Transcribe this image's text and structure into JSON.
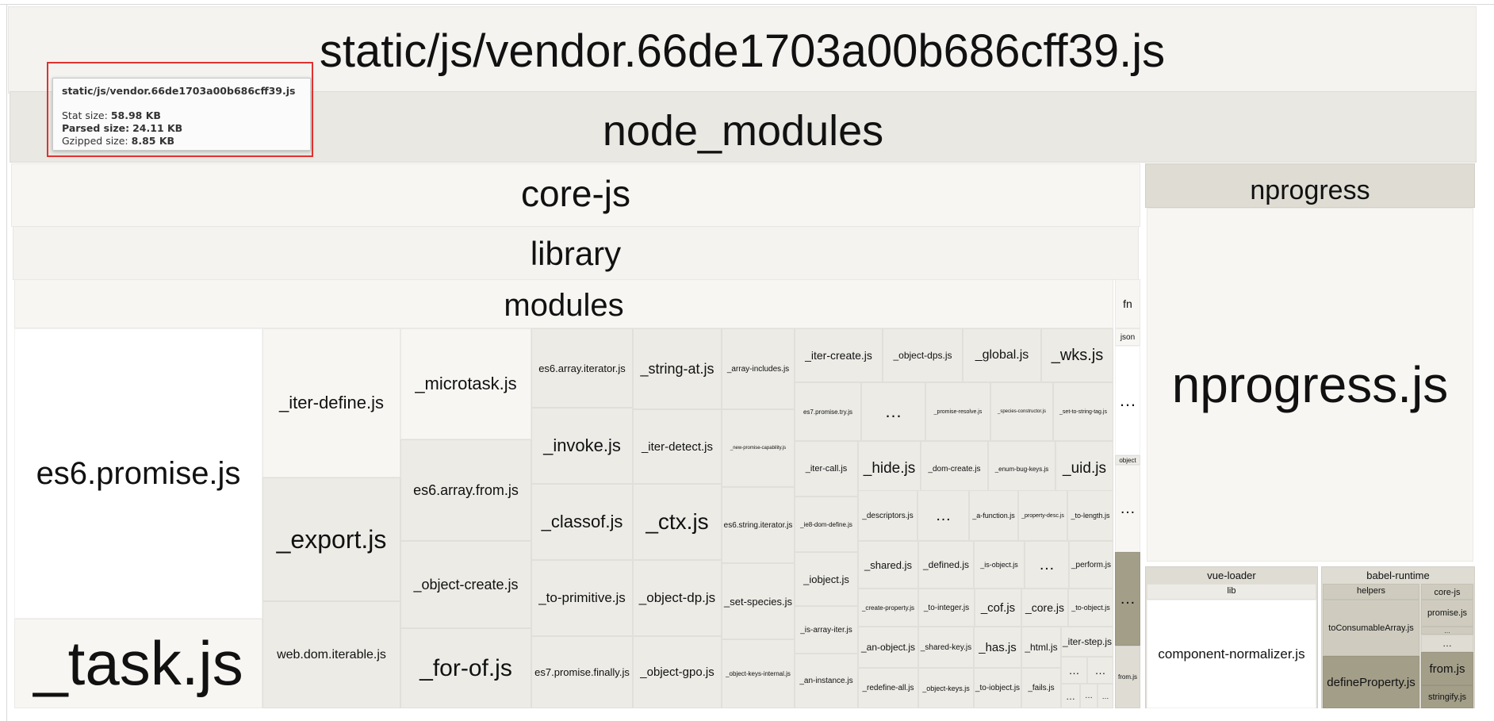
{
  "bundle": "static/js/vendor.66de1703a00b686cff39.js",
  "tooltip": {
    "name": "static/js/vendor.66de1703a00b686cff39.js",
    "stat_label": "Stat size:",
    "stat_value": "58.98 KB",
    "parsed_label": "Parsed size:",
    "parsed_value": "24.11 KB",
    "gzip_label": "Gzipped size:",
    "gzip_value": "8.85 KB"
  },
  "palette": {
    "root": "#f4f3f0",
    "group": "#e9e8e3",
    "light": "#f7f6f3",
    "mid": "#ecebe6",
    "dark": "#dedcd3",
    "darker": "#cfccbf",
    "darkest": "#a39e88",
    "white": "#ffffff",
    "highlight": "#e0322f"
  },
  "cells": [
    {
      "name": "static/js/vendor.66de1703a00b686cff39.js",
      "kind": "group"
    },
    {
      "name": "node_modules",
      "kind": "group"
    },
    {
      "name": "core-js",
      "kind": "group"
    },
    {
      "name": "library",
      "kind": "group"
    },
    {
      "name": "modules",
      "kind": "group"
    },
    {
      "name": "es6.promise.js"
    },
    {
      "name": "_task.js"
    },
    {
      "name": "_iter-define.js"
    },
    {
      "name": "_export.js"
    },
    {
      "name": "web.dom.iterable.js"
    },
    {
      "name": "_microtask.js"
    },
    {
      "name": "es6.array.from.js"
    },
    {
      "name": "_object-create.js"
    },
    {
      "name": "_for-of.js"
    },
    {
      "name": "es6.array.iterator.js"
    },
    {
      "name": "_invoke.js"
    },
    {
      "name": "_classof.js"
    },
    {
      "name": "_to-primitive.js"
    },
    {
      "name": "es7.promise.finally.js"
    },
    {
      "name": "_string-at.js"
    },
    {
      "name": "_iter-detect.js"
    },
    {
      "name": "_ctx.js"
    },
    {
      "name": "_object-dp.js"
    },
    {
      "name": "_object-gpo.js"
    },
    {
      "name": "_array-includes.js"
    },
    {
      "name": "_new-promise-capability.js"
    },
    {
      "name": "es6.string.iterator.js"
    },
    {
      "name": "_set-species.js"
    },
    {
      "name": "_object-keys-internal.js"
    },
    {
      "name": "_iter-create.js"
    },
    {
      "name": "_object-dps.js"
    },
    {
      "name": "_global.js"
    },
    {
      "name": "_wks.js"
    },
    {
      "name": "es7.promise.try.js"
    },
    {
      "name": "…"
    },
    {
      "name": "_promise-resolve.js"
    },
    {
      "name": "_species-constructor.js"
    },
    {
      "name": "_set-to-string-tag.js"
    },
    {
      "name": "_iter-call.js"
    },
    {
      "name": "_hide.js"
    },
    {
      "name": "_dom-create.js"
    },
    {
      "name": "_enum-bug-keys.js"
    },
    {
      "name": "_uid.js"
    },
    {
      "name": "_ie8-dom-define.js"
    },
    {
      "name": "_descriptors.js"
    },
    {
      "name": "…"
    },
    {
      "name": "_a-function.js"
    },
    {
      "name": "_property-desc.js"
    },
    {
      "name": "_to-length.js"
    },
    {
      "name": "_iobject.js"
    },
    {
      "name": "_shared.js"
    },
    {
      "name": "_defined.js"
    },
    {
      "name": "_is-object.js"
    },
    {
      "name": "…"
    },
    {
      "name": "_perform.js"
    },
    {
      "name": "_create-property.js"
    },
    {
      "name": "_to-integer.js"
    },
    {
      "name": "_cof.js"
    },
    {
      "name": "_core.js"
    },
    {
      "name": "_to-object.js"
    },
    {
      "name": "_is-array-iter.js"
    },
    {
      "name": "_an-object.js"
    },
    {
      "name": "_shared-key.js"
    },
    {
      "name": "_has.js"
    },
    {
      "name": "_html.js"
    },
    {
      "name": "_iter-step.js"
    },
    {
      "name": "…"
    },
    {
      "name": "…"
    },
    {
      "name": "_an-instance.js"
    },
    {
      "name": "_redefine-all.js"
    },
    {
      "name": "_object-keys.js"
    },
    {
      "name": "_to-iobject.js"
    },
    {
      "name": "_fails.js"
    },
    {
      "name": "…"
    },
    {
      "name": "…"
    },
    {
      "name": "…"
    },
    {
      "name": "fn"
    },
    {
      "name": "json"
    },
    {
      "name": "…"
    },
    {
      "name": "object"
    },
    {
      "name": "…"
    },
    {
      "name": "…"
    },
    {
      "name": "from.js"
    },
    {
      "name": "nprogress",
      "kind": "group"
    },
    {
      "name": "nprogress.js"
    },
    {
      "name": "vue-loader",
      "kind": "group"
    },
    {
      "name": "lib",
      "kind": "group"
    },
    {
      "name": "component-normalizer.js"
    },
    {
      "name": "babel-runtime",
      "kind": "group"
    },
    {
      "name": "helpers",
      "kind": "group"
    },
    {
      "name": "toConsumableArray.js"
    },
    {
      "name": "defineProperty.js"
    },
    {
      "name": "core-js",
      "kind": "group"
    },
    {
      "name": "promise.js"
    },
    {
      "name": "…"
    },
    {
      "name": "…"
    },
    {
      "name": "from.js"
    },
    {
      "name": "stringify.js"
    }
  ]
}
